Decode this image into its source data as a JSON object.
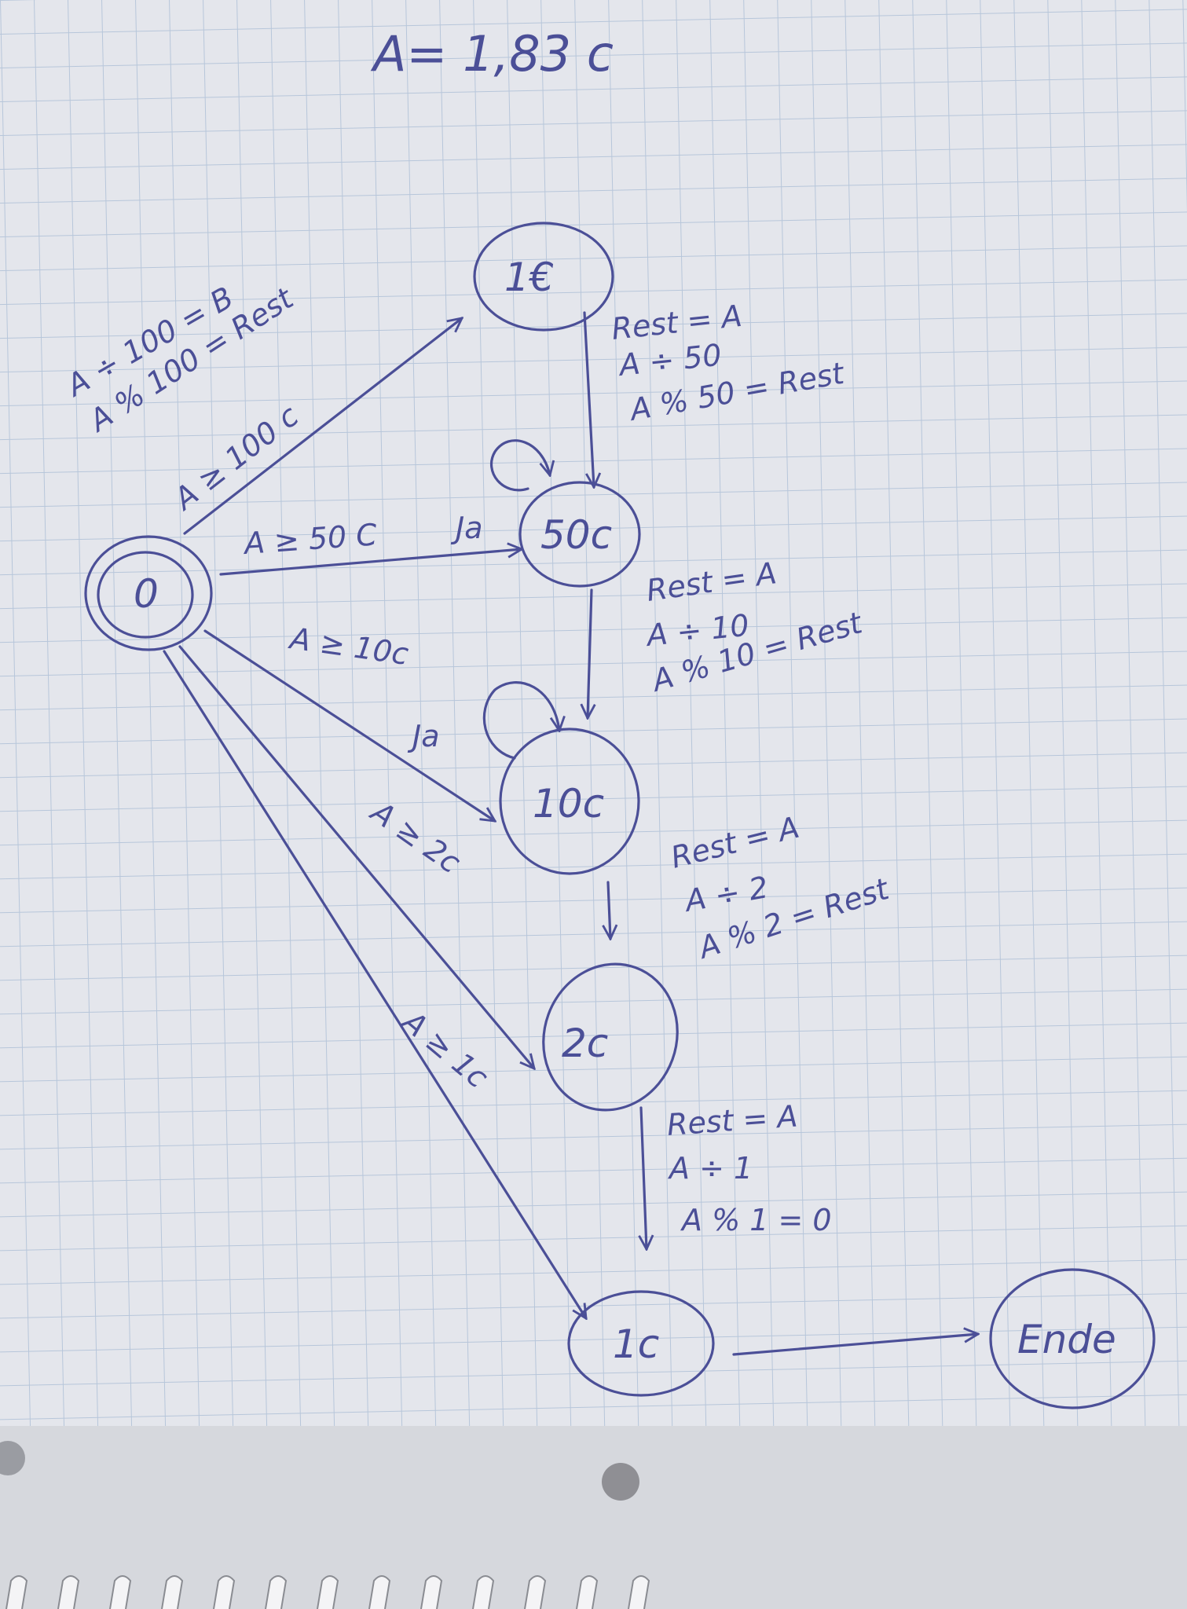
{
  "title": "A= 1,83 c",
  "colors": {
    "ink": "#4b4f97",
    "paper": "#e4e6ec",
    "grid": "#b7c6da"
  },
  "nodes": {
    "start": "0",
    "euro1": "1€",
    "c50": "50c",
    "c10": "10c",
    "c2": "2c",
    "c1": "1c",
    "end": "Ende"
  },
  "start_notes": {
    "div": "A ÷ 100 = B",
    "mod": "A % 100 = Rest"
  },
  "edges": {
    "start_euro1": "A ≥ 100 c",
    "start_c50": "A ≥ 50 C",
    "start_c50_ja": "Ja",
    "start_c10": "A ≥ 10c",
    "c10_ja": "Ja",
    "start_c2": "A ≥ 2c",
    "start_c1": "A ≥ 1c"
  },
  "step_notes": {
    "euro1_c50": [
      "Rest = A",
      "A ÷ 50",
      "A % 50 = Rest"
    ],
    "c50_c10": [
      "Rest = A",
      "A ÷ 10",
      "A % 10 = Rest"
    ],
    "c10_c2": [
      "Rest = A",
      "A ÷ 2",
      "A % 2 = Rest"
    ],
    "c2_c1": [
      "Rest = A",
      "A ÷ 1",
      "A % 1 = 0"
    ]
  }
}
